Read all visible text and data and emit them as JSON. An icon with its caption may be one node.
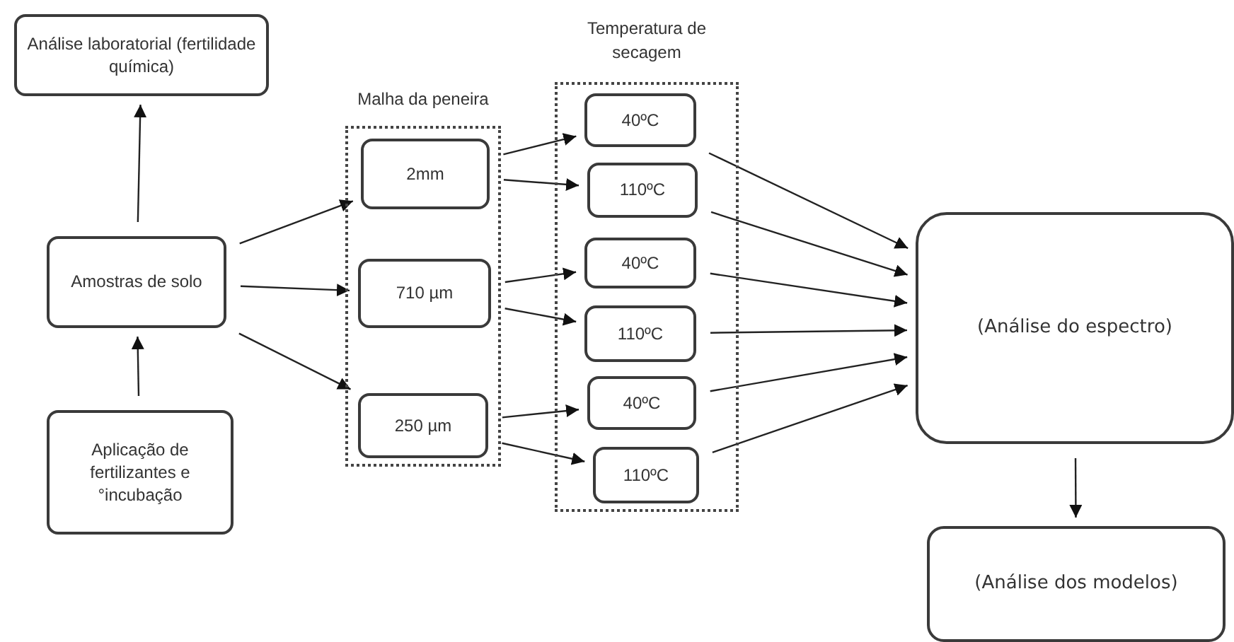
{
  "diagram": {
    "nodes": [
      {
        "text": [
          "Análise laboratorial (fertilidade química)"
        ]
      },
      {
        "text": [
          "Amostras de solo"
        ]
      },
      {
        "text": [
          "Aplicação de fertilizantes e °incubação"
        ]
      },
      {
        "text": [
          "Malha da peneira"
        ]
      },
      {
        "text": [
          "2mm"
        ],
        "in": 3
      },
      {
        "text": [
          "710 µm"
        ],
        "in": 3
      },
      {
        "text": [
          "250 µm"
        ],
        "in": 3
      },
      {
        "text": [
          "Temperatura de secagem"
        ]
      },
      {
        "text": [
          "40ºC"
        ],
        "in": 7
      },
      {
        "text": [
          "110ºC"
        ],
        "in": 7
      },
      {
        "text": [
          "40ºC"
        ],
        "in": 7
      },
      {
        "text": [
          "110ºC"
        ],
        "in": 7
      },
      {
        "text": [
          "40ºC"
        ],
        "in": 7
      },
      {
        "text": [
          "110ºC"
        ],
        "in": 7
      },
      {
        "text": [
          "(Análise do espectro)"
        ]
      },
      {
        "text": [
          "(Análise dos modelos)"
        ]
      }
    ],
    "edges": [
      {
        "from": 1,
        "to": 0,
        "arrow": "to"
      },
      {
        "from": 2,
        "to": 1,
        "arrow": "to"
      },
      {
        "from": 1,
        "to": 4,
        "arrow": "to"
      },
      {
        "from": 1,
        "to": 5,
        "arrow": "to"
      },
      {
        "from": 1,
        "to": 6,
        "arrow": "to"
      },
      {
        "from": 4,
        "to": 8,
        "arrow": "to"
      },
      {
        "from": 4,
        "to": 9,
        "arrow": "to"
      },
      {
        "from": 5,
        "to": 10,
        "arrow": "to"
      },
      {
        "from": 5,
        "to": 11,
        "arrow": "to"
      },
      {
        "from": 6,
        "to": 12,
        "arrow": "to"
      },
      {
        "from": 6,
        "to": 13,
        "arrow": "to"
      },
      {
        "from": 8,
        "to": 14,
        "arrow": "to"
      },
      {
        "from": 9,
        "to": 14,
        "arrow": "to"
      },
      {
        "from": 10,
        "to": 14,
        "arrow": "to"
      },
      {
        "from": 11,
        "to": 14,
        "arrow": "to"
      },
      {
        "from": 12,
        "to": 14,
        "arrow": "to"
      },
      {
        "from": 13,
        "to": 14,
        "arrow": "to"
      },
      {
        "from": 14,
        "to": 15,
        "arrow": "to"
      }
    ]
  }
}
